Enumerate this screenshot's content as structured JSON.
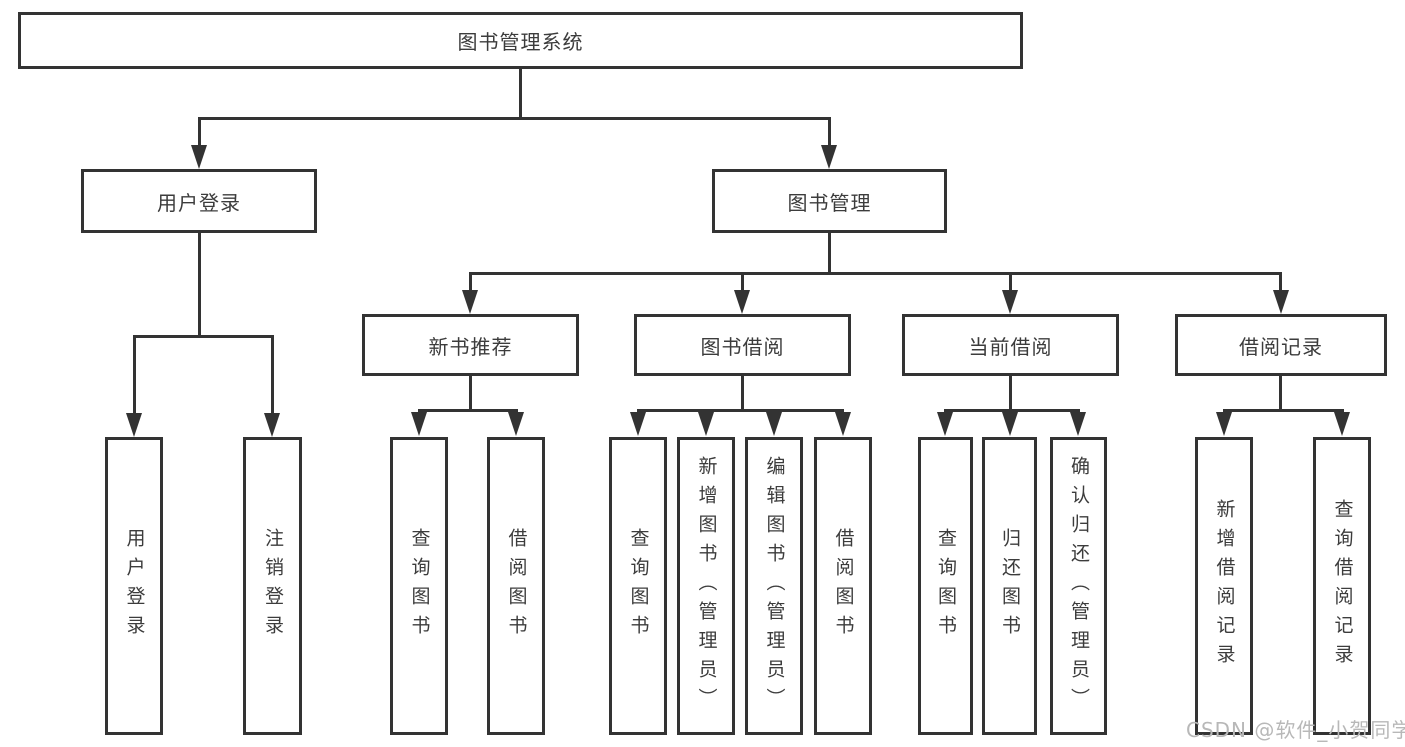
{
  "tree": {
    "label": "图书管理系统",
    "children": [
      {
        "label": "用户登录",
        "children": [
          {
            "label": "用户登录"
          },
          {
            "label": "注销登录"
          }
        ]
      },
      {
        "label": "图书管理",
        "children": [
          {
            "label": "新书推荐",
            "children": [
              {
                "label": "查询图书"
              },
              {
                "label": "借阅图书"
              }
            ]
          },
          {
            "label": "图书借阅",
            "children": [
              {
                "label": "查询图书"
              },
              {
                "label": "新增图书（管理员）"
              },
              {
                "label": "编辑图书（管理员）"
              },
              {
                "label": "借阅图书"
              }
            ]
          },
          {
            "label": "当前借阅",
            "children": [
              {
                "label": "查询图书"
              },
              {
                "label": "归还图书"
              },
              {
                "label": "确认归还（管理员）"
              }
            ]
          },
          {
            "label": "借阅记录",
            "children": [
              {
                "label": "新增借阅记录"
              },
              {
                "label": "查询借阅记录"
              }
            ]
          }
        ]
      }
    ]
  },
  "watermark": {
    "text": "CSDN @软件_小贺同学"
  },
  "colors": {
    "line": "#333333",
    "text": "#3c3c3c",
    "watermark": "#b8b8b8",
    "background": "#ffffff"
  }
}
